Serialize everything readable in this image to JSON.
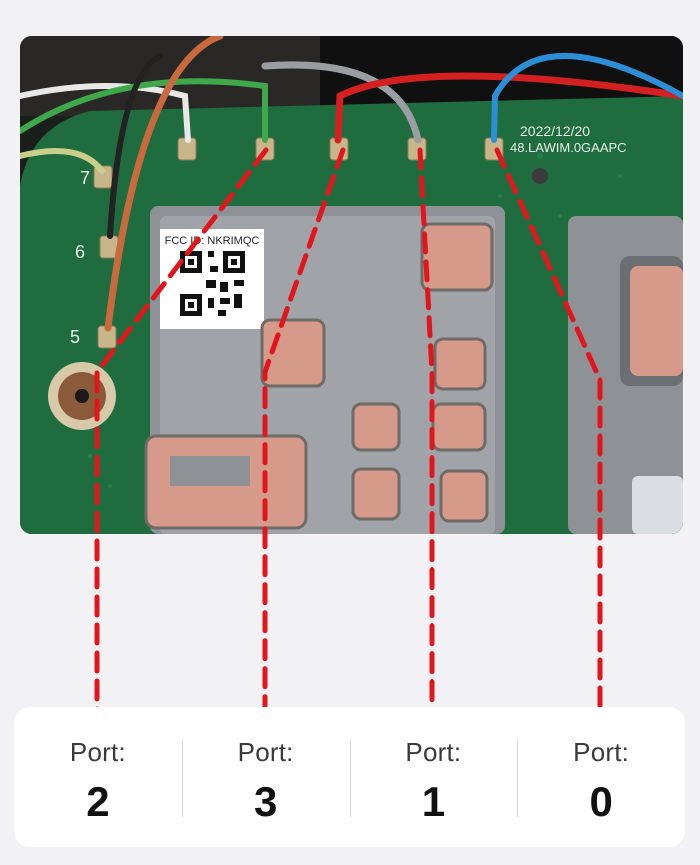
{
  "photo": {
    "fcc_label": "FCC ID: NKRIMQC",
    "board_date": "2022/12/20",
    "board_code": "48.LAWIM.0GAAPC",
    "board_marks": [
      "7",
      "6",
      "5"
    ]
  },
  "ports": [
    {
      "label": "Port:",
      "number": "2"
    },
    {
      "label": "Port:",
      "number": "3"
    },
    {
      "label": "Port:",
      "number": "1"
    },
    {
      "label": "Port:",
      "number": "0"
    }
  ],
  "colors": {
    "leader": "#e3151c",
    "pcb": "#1e6b3e",
    "shield": "#8f9297",
    "thermal_pad": "#d59a8a"
  }
}
